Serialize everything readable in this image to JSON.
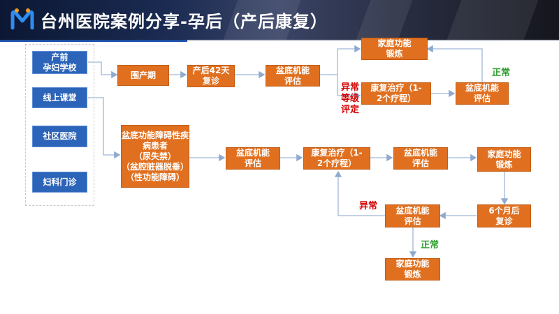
{
  "header": {
    "title": "台州医院案例分享-孕后（产后康复）",
    "logo": "m-logo-icon"
  },
  "colors": {
    "blue": "#2b64b8",
    "orange": "#e07020",
    "header": "#1b2b52",
    "abnormal": "#d40000",
    "normal": "#2ea02e",
    "connector": "#9fb6d6"
  },
  "sources": [
    "产前\n孕妇学校",
    "线上课堂",
    "社区医院",
    "妇科门诊"
  ],
  "top_flow": {
    "perinatal": "围产期",
    "followup42": "产后42天\n复诊",
    "assess": "盆底机能\n评估",
    "exercise": "家庭功能\n锻炼",
    "rehab": "康复治疗（1-\n2个疗程）",
    "assess2": "盆底机能\n评估",
    "label_abnormal": "异常\n等级\n评定",
    "label_normal": "正常"
  },
  "bottom_flow": {
    "patient": "盆底功能障碍性疾\n病患者\n（尿失禁）\n（盆腔脏器脱垂）\n（性功能障碍）",
    "assess": "盆底机能\n评估",
    "rehab": "康复治疗（1-\n2个疗程）",
    "assess2": "盆底机能\n评估",
    "exercise": "家庭功能\n锻炼",
    "followup6m": "6个月后\n复诊",
    "assess3": "盆底机能\n评估",
    "exercise2": "家庭功能\n锻炼",
    "label_abnormal": "异常",
    "label_normal": "正常"
  }
}
